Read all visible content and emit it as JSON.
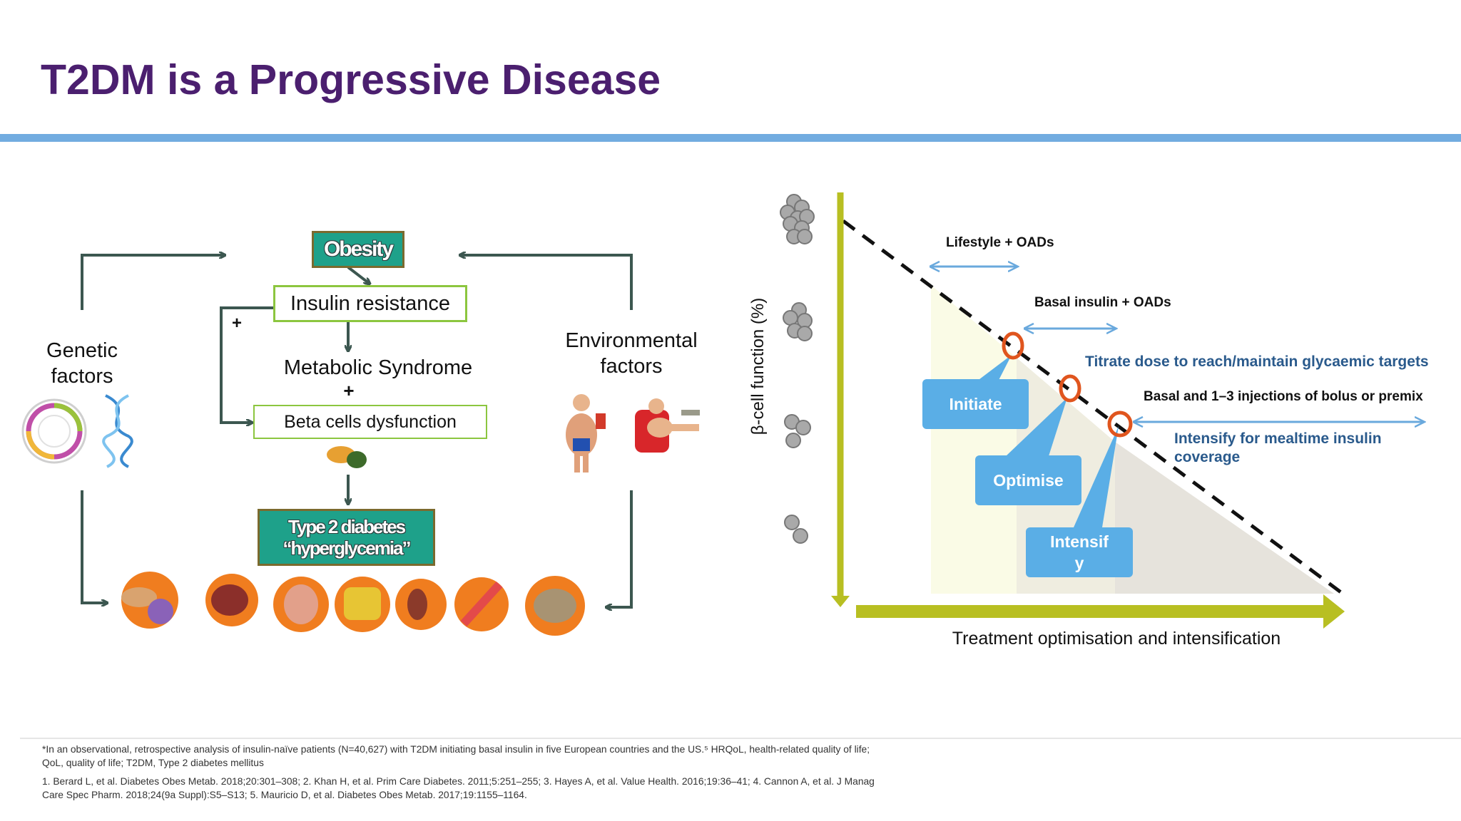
{
  "slide": {
    "title": "T2DM is a Progressive Disease"
  },
  "flow": {
    "obesity": "Obesity",
    "insulin_resistance": "Insulin resistance",
    "plus_small": "+",
    "metabolic_syndrome": "Metabolic Syndrome",
    "plus": "+",
    "beta_dysfunction": "Beta cells dysfunction",
    "t2d_line1": "Type 2 diabetes",
    "t2d_line2": "“hyperglycemia”",
    "genetic_line1": "Genetic",
    "genetic_line2": "factors",
    "environmental_line1": "Environmental",
    "environmental_line2": "factors"
  },
  "treatment_chart": {
    "ylabel": "β-cell function (%)",
    "xlabel": "Treatment optimisation and intensification",
    "annotations": {
      "lifestyle": "Lifestyle + OADs",
      "basal_oads": "Basal insulin + OADs",
      "titrate": "Titrate dose to reach/maintain glycaemic targets",
      "basal_injections": "Basal and 1–3 injections of bolus or premix",
      "intensify_line1": "Intensify for mealtime insulin",
      "intensify_line2": "coverage"
    },
    "callouts": {
      "initiate": "Initiate",
      "optimise": "Optimise",
      "intensify_line1": "Intensif",
      "intensify_line2": "y"
    }
  },
  "footer": {
    "note": "*In an observational, retrospective analysis of insulin-naïve patients (N=40,627) with T2DM initiating basal insulin in five European countries and the US.⁵ HRQoL, health-related quality of life; QoL, quality of life; T2DM, Type 2 diabetes mellitus",
    "refs": "1. Berard L, et al. Diabetes Obes Metab. 2018;20:301–308; 2. Khan H, et al. Prim Care Diabetes. 2011;5:251–255; 3. Hayes A, et al. Value Health. 2016;19:36–41; 4. Cannon A, et al. J Manag Care Spec Pharm. 2018;24(9a Suppl):S5–S13; 5. Mauricio D, et al. Diabetes Obes Metab. 2017;19:1155–1164."
  },
  "colors": {
    "title": "#4b1f6f",
    "accent_bar": "#72ace0",
    "teal_box": "#1ea18a",
    "green_border": "#8cc63f",
    "arrow_dark": "#3c5750",
    "axis_olive": "#b8bf22",
    "callout_blue": "#5aaee6",
    "annot_blue": "#2a5a8c",
    "circle_orange": "#e0551e",
    "arrow_blue": "#6aa9dd"
  }
}
